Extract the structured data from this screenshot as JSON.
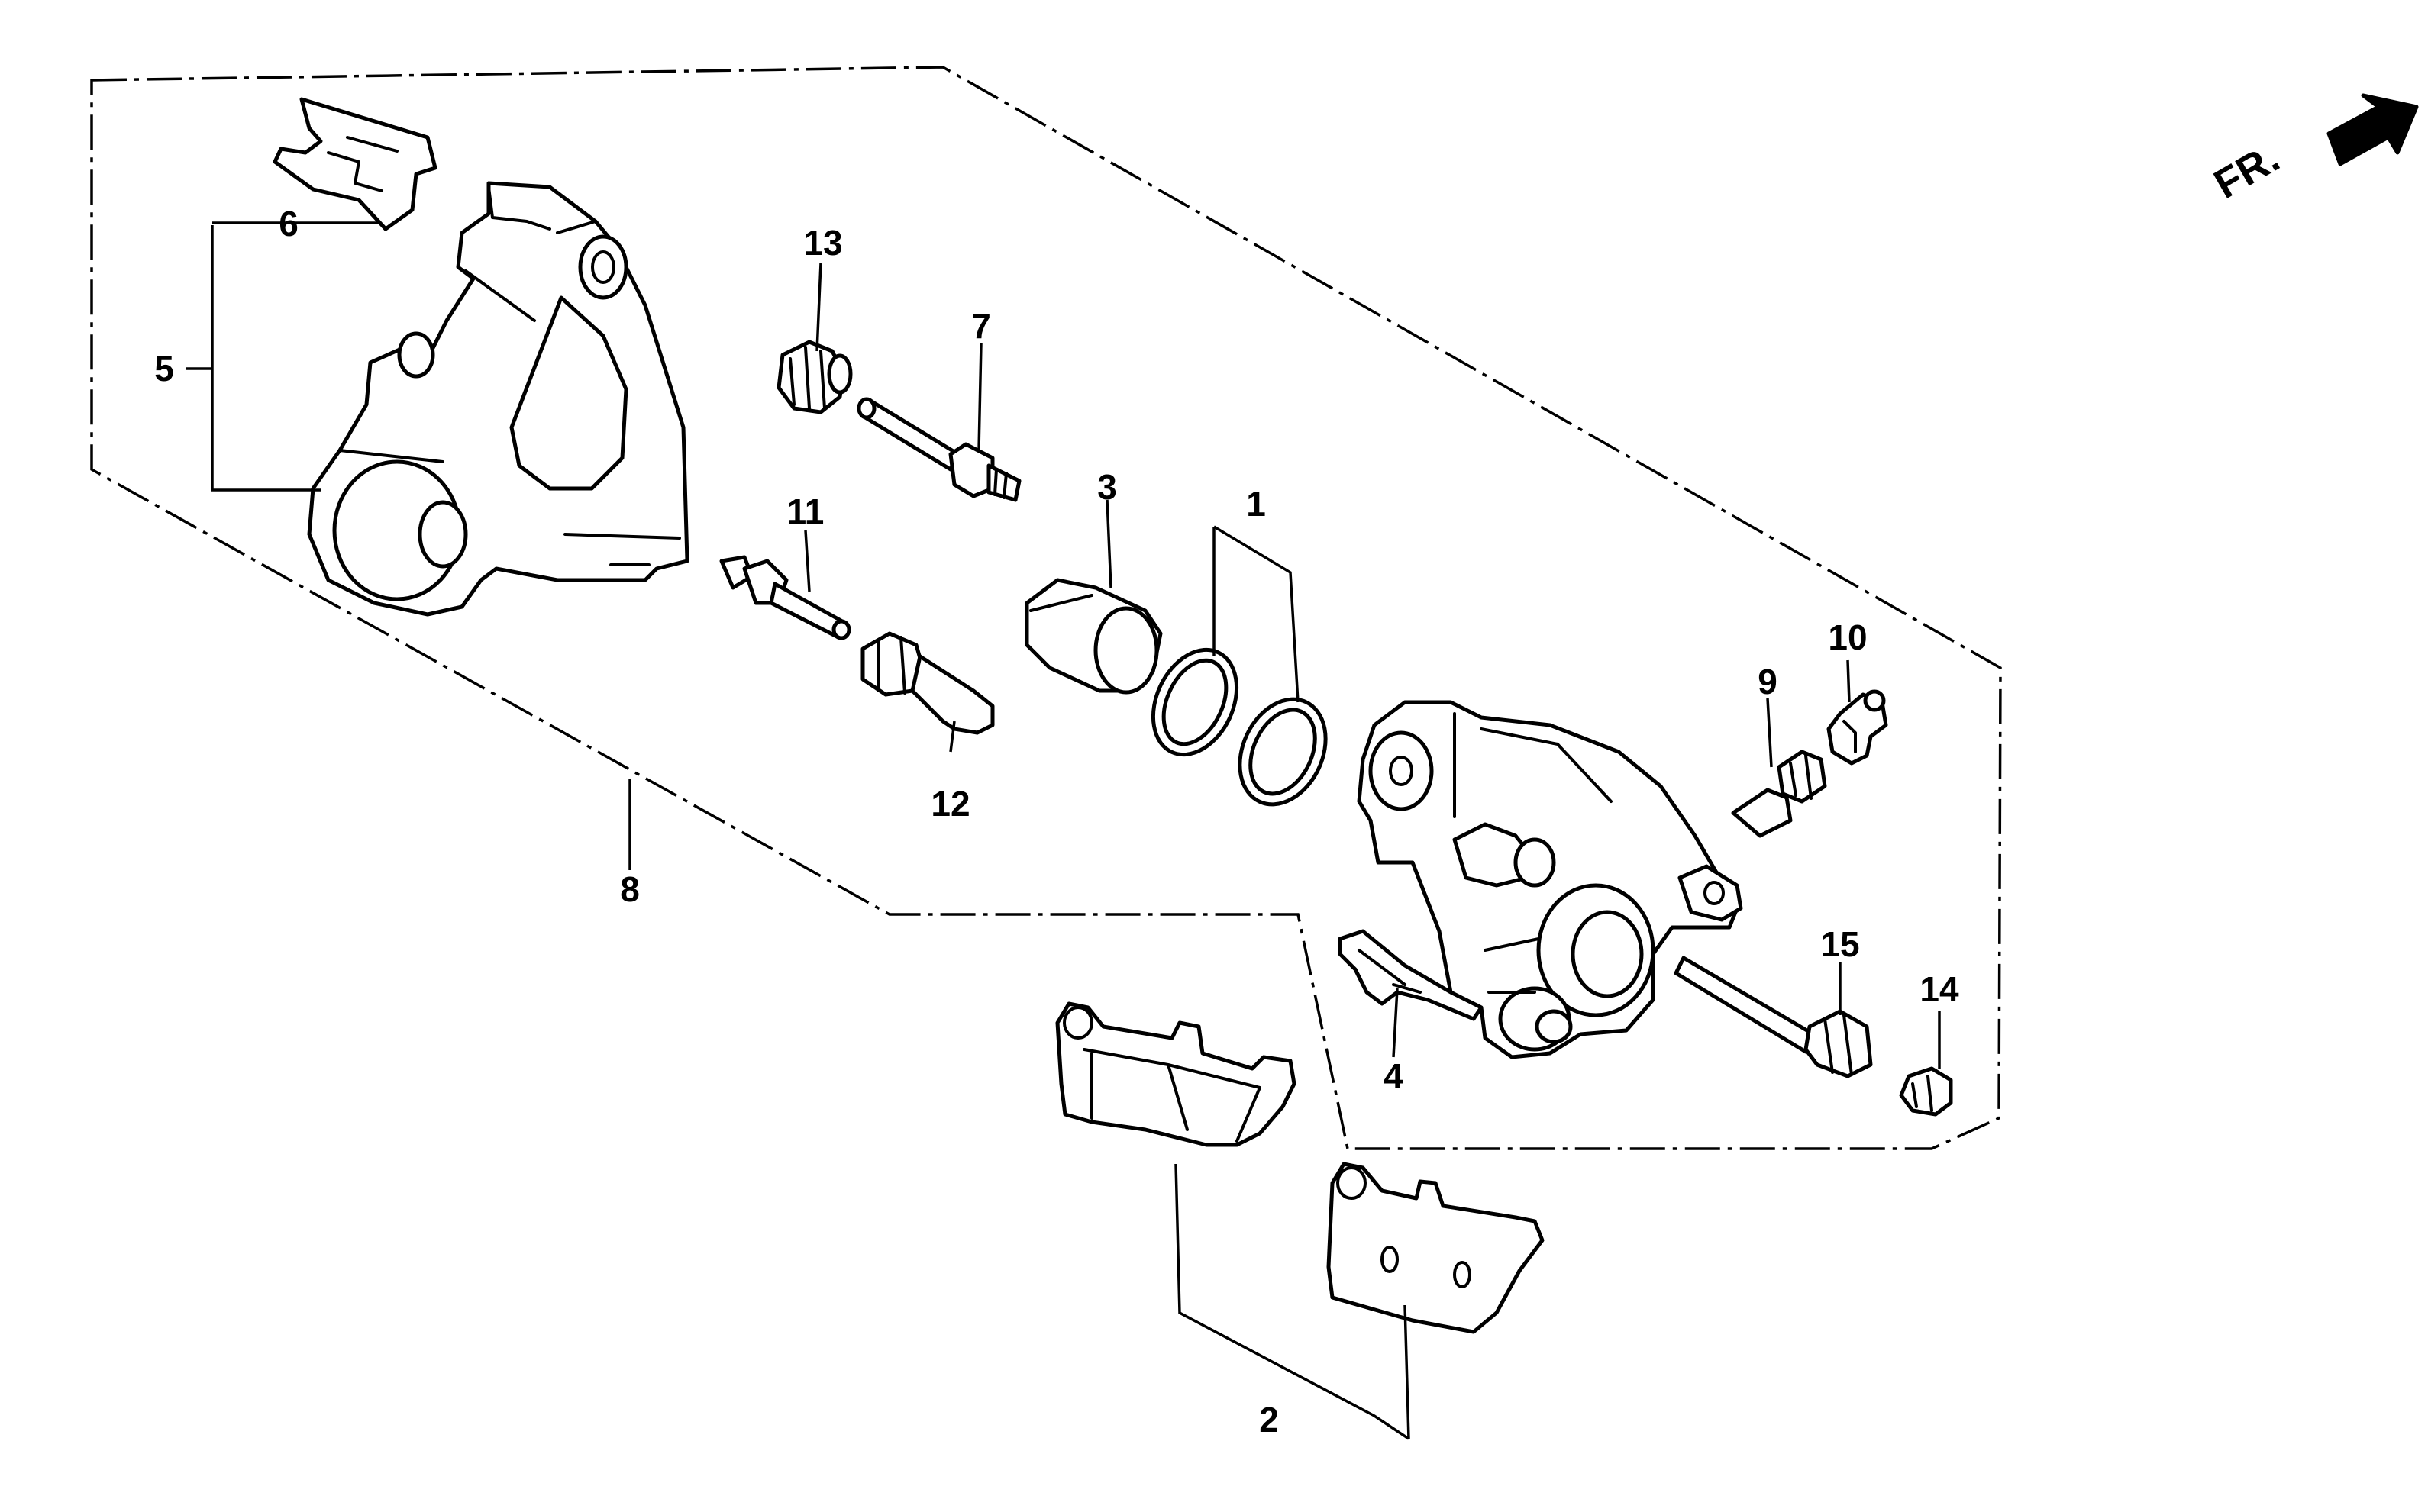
{
  "orientation": {
    "label": "FR.",
    "icon": "front-direction-arrow-icon"
  },
  "callouts": {
    "c1": "1",
    "c2": "2",
    "c3": "3",
    "c4": "4",
    "c5": "5",
    "c6": "6",
    "c7": "7",
    "c8": "8",
    "c9": "9",
    "c10": "10",
    "c11": "11",
    "c12": "12",
    "c13": "13",
    "c14": "14",
    "c15": "15"
  },
  "colors": {
    "line": "#000000",
    "background": "#ffffff"
  }
}
